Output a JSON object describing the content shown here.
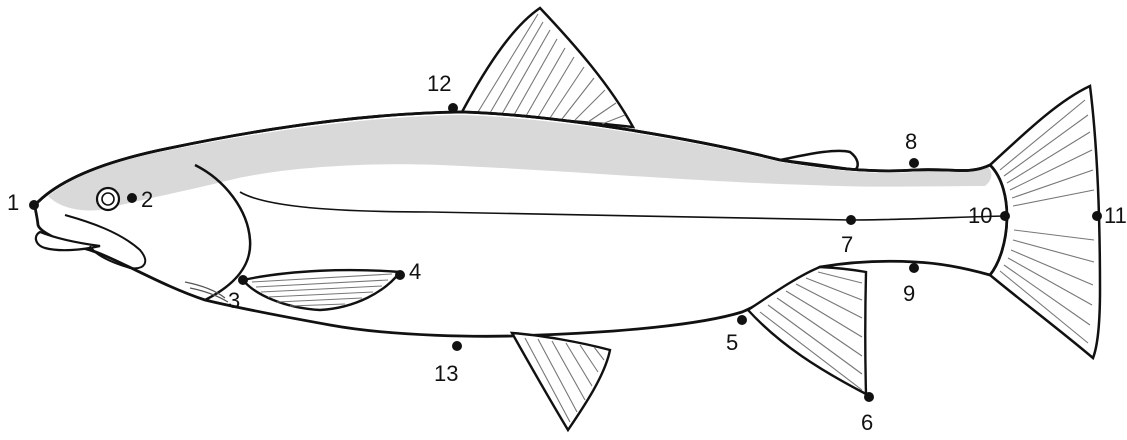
{
  "landmarks": [
    {
      "id": "1",
      "text": "1"
    },
    {
      "id": "2",
      "text": "2"
    },
    {
      "id": "3",
      "text": "3"
    },
    {
      "id": "4",
      "text": "4"
    },
    {
      "id": "5",
      "text": "5"
    },
    {
      "id": "6",
      "text": "6"
    },
    {
      "id": "7",
      "text": "7"
    },
    {
      "id": "8",
      "text": "8"
    },
    {
      "id": "9",
      "text": "9"
    },
    {
      "id": "10",
      "text": "10"
    },
    {
      "id": "11",
      "text": "11"
    },
    {
      "id": "12",
      "text": "12"
    },
    {
      "id": "13",
      "text": "13"
    }
  ],
  "colors": {
    "outline": "#111111",
    "dorsal_shading": "#d9d9d9",
    "fin_rays": "#777777",
    "background": "#ffffff"
  }
}
